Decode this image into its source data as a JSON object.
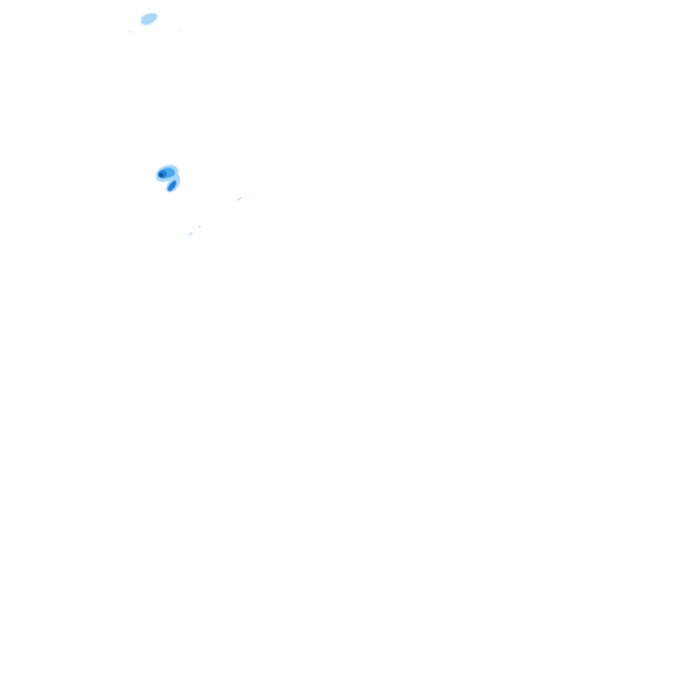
{
  "map": {
    "background_color": "#ffffff",
    "intensity_palette": {
      "light": "#a8d8f5",
      "medium": "#4aa9ee",
      "strong": "#1c7fdc",
      "intense": "#0a4fa0"
    },
    "precipitation_cells": [
      {
        "id": "cell-north",
        "intensity": "light"
      },
      {
        "id": "cell-central",
        "intensity": "intense"
      },
      {
        "id": "speck-east",
        "intensity": "light"
      },
      {
        "id": "speck-south",
        "intensity": "light"
      },
      {
        "id": "speck-west",
        "intensity": "light"
      }
    ]
  }
}
